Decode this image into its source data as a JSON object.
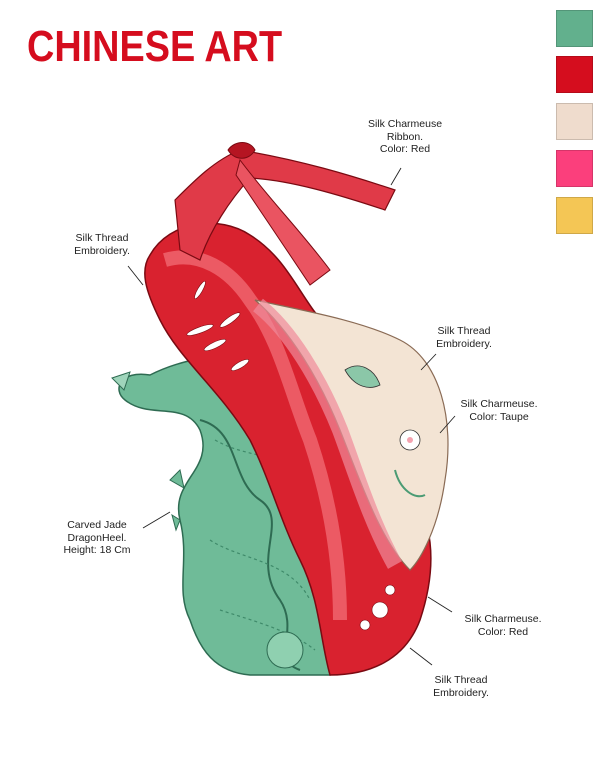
{
  "title": "CHINESE ART",
  "palette": [
    {
      "name": "jade-green",
      "color": "#62b08d"
    },
    {
      "name": "red",
      "color": "#d50d1e"
    },
    {
      "name": "taupe",
      "color": "#efdccd"
    },
    {
      "name": "pink",
      "color": "#fb3f7c"
    },
    {
      "name": "yellow",
      "color": "#f4c655"
    }
  ],
  "annotations": {
    "ribbon": [
      "Silk Charmeuse",
      "Ribbon.",
      "Color: Red"
    ],
    "embroidery_upper": [
      "Silk Thread",
      "Embroidery."
    ],
    "embroidery_panel": [
      "Silk Thread",
      "Embroidery."
    ],
    "taupe": [
      "Silk Charmeuse.",
      "Color: Taupe"
    ],
    "heel": [
      "Carved Jade",
      "DragonHeel.",
      "Height: 18 Cm"
    ],
    "red_body": [
      "Silk Charmeuse.",
      "Color: Red"
    ],
    "embroidery_toe": [
      "Silk Thread",
      "Embroidery."
    ]
  }
}
